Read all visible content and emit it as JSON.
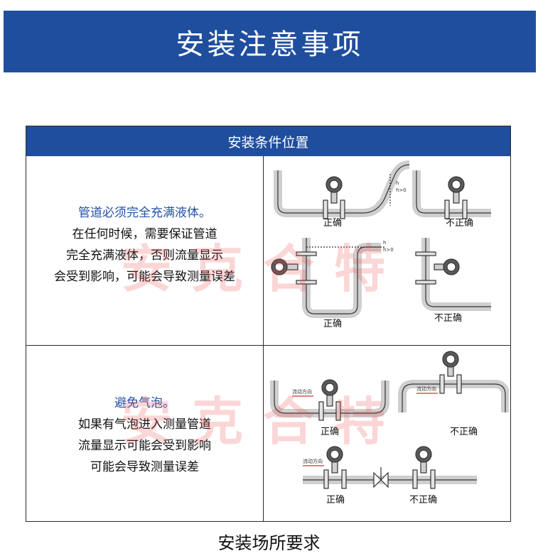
{
  "banner": {
    "title": "安装注意事项"
  },
  "table": {
    "header": "安装条件位置",
    "row1": {
      "lead": "管道必须完全充满液体。",
      "lines": [
        "在任何时候，需要保证管道",
        "完全充满液体，否则流量显示",
        "会受到影响，可能会导致测量误差"
      ],
      "labels": {
        "correct_a": "正确",
        "incorrect_a": "不正确",
        "correct_b": "正确",
        "incorrect_b": "不正确",
        "h_mark_a": "h",
        "h_cond_a": "h>0",
        "h_mark_b": "h",
        "h_cond_b": "h>0"
      }
    },
    "row2": {
      "lead": "避免气泡。",
      "lines": [
        "如果有气泡进入测量管道",
        "流量显示可能会受到影响",
        "可能会导致测量误差"
      ],
      "labels": {
        "correct_a": "正确",
        "incorrect_a": "不正确",
        "correct_b": "正确",
        "incorrect_b": "不正确",
        "flow_dir": "流动方向"
      }
    }
  },
  "watermark": "安克合特",
  "caption": "安装场所要求",
  "colors": {
    "banner_bg": "#1f4e9e",
    "lead_text": "#2450a8",
    "watermark": "#eb4646"
  }
}
